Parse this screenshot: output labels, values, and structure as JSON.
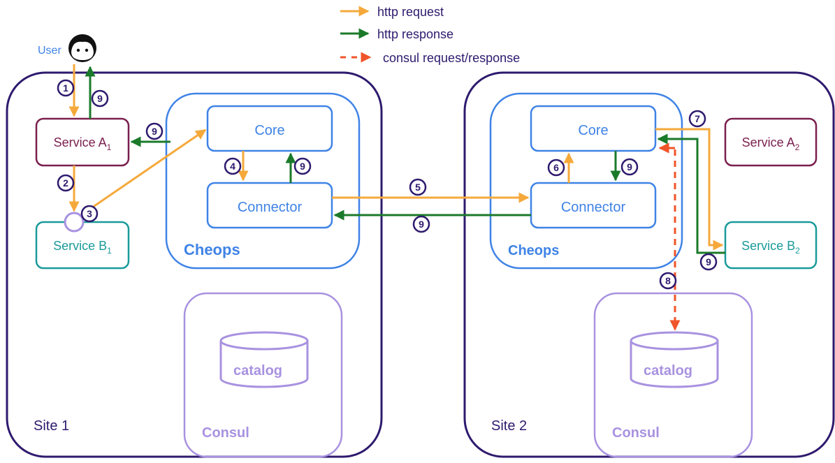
{
  "legend": {
    "http_request": "http request",
    "http_response": "http response",
    "consul_request_response": "consul request/response"
  },
  "user": {
    "label": "User"
  },
  "site1": {
    "label": "Site 1",
    "service_a": {
      "name": "Service A",
      "sub": "1"
    },
    "service_b": {
      "name": "Service B",
      "sub": "1"
    },
    "core": "Core",
    "connector": "Connector",
    "cheops": "Cheops",
    "catalog": "catalog",
    "consul": "Consul"
  },
  "site2": {
    "label": "Site 2",
    "service_a": {
      "name": "Service A",
      "sub": "2"
    },
    "service_b": {
      "name": "Service B",
      "sub": "2"
    },
    "core": "Core",
    "connector": "Connector",
    "cheops": "Cheops",
    "catalog": "catalog",
    "consul": "Consul"
  },
  "steps": {
    "s1": "1",
    "s2": "2",
    "s3": "3",
    "s4": "4",
    "s5": "5",
    "s6": "6",
    "s7": "7",
    "s8": "8",
    "s9": "9"
  },
  "colors": {
    "site_border": "#2e1a6e",
    "cheops_blue": "#3f83e6",
    "consul_purple": "#a892e0",
    "service_a_border": "#7a1f4e",
    "service_b_border": "#1a9a9a",
    "request": "#f5a93b",
    "response": "#1b7a2a",
    "consul_arrow": "#f0542a",
    "step_circle": "#2e1a6e"
  }
}
